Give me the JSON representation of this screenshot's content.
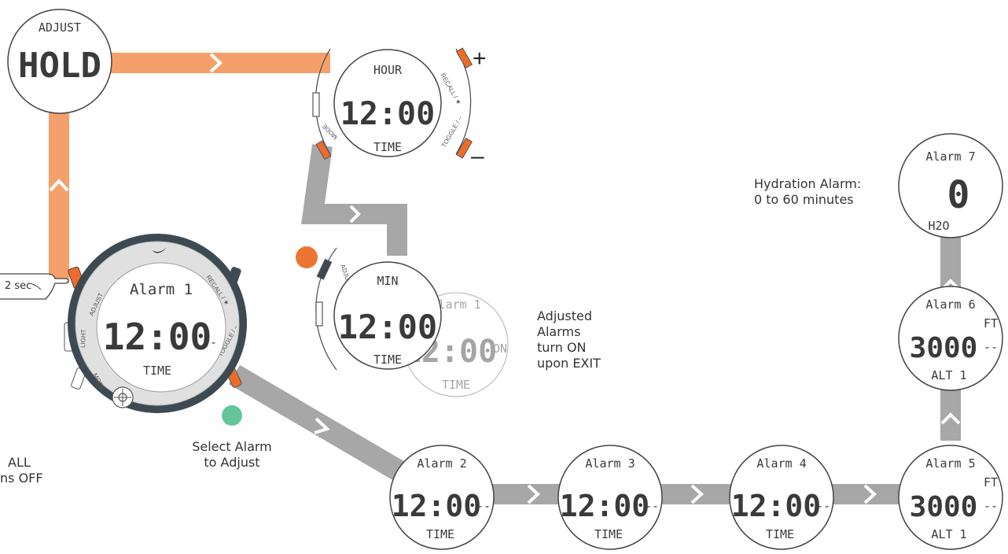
{
  "colors": {
    "orange_flow": "#f5a06a",
    "orange_button": "#ee6c2a",
    "gray_flow": "#a7a7a7",
    "dark_ring": "#3d4a52",
    "silver_ring": "#d9d9d9",
    "dot_orange": "#ee7432",
    "dot_green": "#64c59a",
    "lcd_text": "#3a3a3a"
  },
  "labels": {
    "hydration_line1": "Hydration Alarm:",
    "hydration_line2": "0 to 60 minutes",
    "adjusted_line1": "Adjusted",
    "adjusted_line2": "Alarms",
    "adjusted_line3": "turn ON",
    "adjusted_line4": "upon EXIT",
    "select_line1": "Select Alarm",
    "select_line2": "to Adjust",
    "cut_line1": "ALL",
    "cut_line2": "ns OFF",
    "press_duration": "2 sec",
    "plus_sign": "+",
    "minus_sign": "–"
  },
  "watch_buttons": {
    "adjust": "ADJUST",
    "recall": "RECALL / ★",
    "light": "LIGHT",
    "mode": "MODE",
    "toggle": "TOGGLE / –"
  },
  "screens": {
    "adjust_hold": {
      "top": "ADJUST",
      "main": "HOLD"
    },
    "main_alarm1": {
      "top": "Alarm 1",
      "main": "12:00",
      "suffix": "--",
      "bottom": "TIME"
    },
    "hour": {
      "top": "HOUR",
      "main": "12:00",
      "bottom": "TIME"
    },
    "min": {
      "top": "MIN",
      "main": "12:00",
      "bottom": "TIME"
    },
    "ghost_alarm1": {
      "top": "Alarm 1",
      "main": "12:00",
      "suffix": "ON",
      "bottom": "TIME"
    },
    "alarm2": {
      "top": "Alarm 2",
      "main": "12:00",
      "suffix": "--",
      "bottom": "TIME"
    },
    "alarm3": {
      "top": "Alarm 3",
      "main": "12:00",
      "suffix": "--",
      "bottom": "TIME"
    },
    "alarm4": {
      "top": "Alarm 4",
      "main": "12:00",
      "suffix": "--",
      "bottom": "TIME"
    },
    "alarm5": {
      "top": "Alarm 5",
      "main": "3000",
      "unit": "FT",
      "suffix": "--",
      "bottom": "ALT 1"
    },
    "alarm6": {
      "top": "Alarm 6",
      "main": "3000",
      "unit": "FT",
      "suffix": "--",
      "bottom": "ALT 1"
    },
    "alarm7": {
      "top": "Alarm 7",
      "main": "0",
      "bottom": "H2O"
    }
  }
}
